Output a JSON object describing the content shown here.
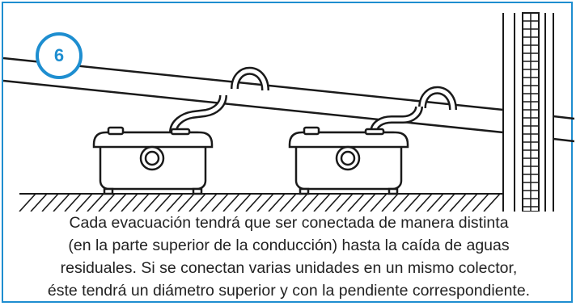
{
  "step": {
    "number": "6"
  },
  "caption": {
    "lines": [
      "Cada evacuación tendrá que ser conectada de manera  distinta",
      "(en la parte superior de la conducción) hasta la caída de aguas",
      "residuales. Si se conectan varias unidades en un mismo colector,",
      "éste tendrá un diámetro superior y con la pendiente correspondiente."
    ]
  },
  "colors": {
    "accent": "#1e8ed0",
    "line": "#1a1a1a"
  },
  "icons": [
    "drain-pipe-icon",
    "pump-unit-icon",
    "wall-icon",
    "floor-hatch-icon"
  ]
}
